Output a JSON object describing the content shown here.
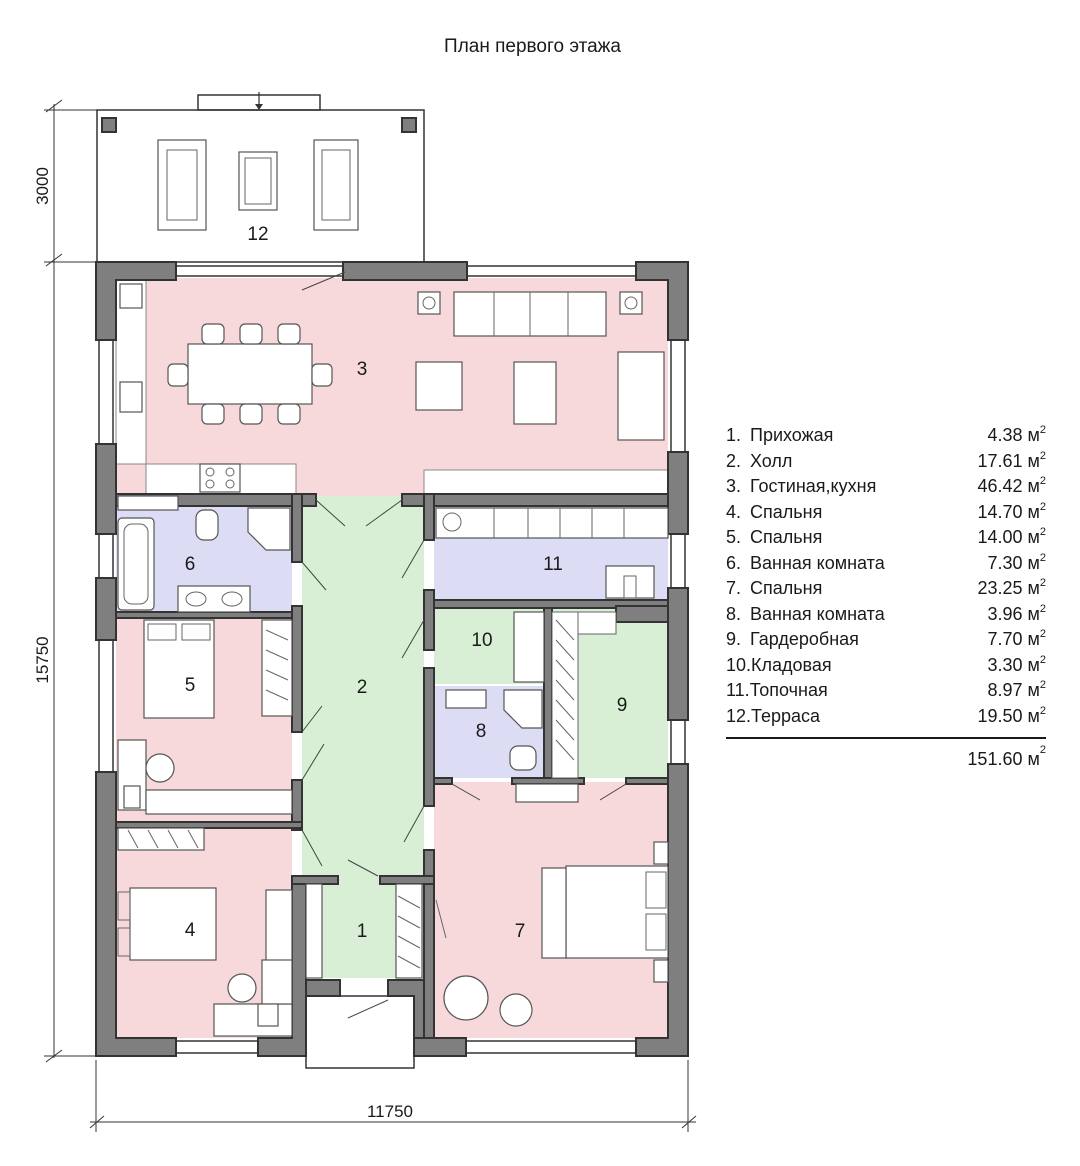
{
  "title": "План первого этажа",
  "dimensions": {
    "terrace_depth": "3000",
    "house_depth": "15750",
    "house_width": "11750"
  },
  "rooms": [
    {
      "num": "1",
      "name": "Прихожая",
      "area": "4.38",
      "legend_num": "1."
    },
    {
      "num": "2",
      "name": "Холл",
      "area": "17.61",
      "legend_num": "2."
    },
    {
      "num": "3",
      "name": "Гостиная,кухня",
      "area": "46.42",
      "legend_num": "3."
    },
    {
      "num": "4",
      "name": "Спальня",
      "area": "14.70",
      "legend_num": "4."
    },
    {
      "num": "5",
      "name": "Спальня",
      "area": "14.00",
      "legend_num": "5."
    },
    {
      "num": "6",
      "name": "Ванная комната",
      "area": "7.30",
      "legend_num": "6."
    },
    {
      "num": "7",
      "name": "Спальня",
      "area": "23.25",
      "legend_num": "7."
    },
    {
      "num": "8",
      "name": "Ванная комната",
      "area": "3.96",
      "legend_num": "8."
    },
    {
      "num": "9",
      "name": "Гардеробная",
      "area": "7.70",
      "legend_num": "9."
    },
    {
      "num": "10",
      "name": "Кладовая",
      "area": "3.30",
      "legend_num": "10."
    },
    {
      "num": "11",
      "name": "Топочная",
      "area": "8.97",
      "legend_num": "11."
    },
    {
      "num": "12",
      "name": "Терраса",
      "area": "19.50",
      "legend_num": "12."
    }
  ],
  "area_unit": "м",
  "area_unit_sup": "2",
  "total_area": "151.60",
  "colors": {
    "living": "#f7d9dc",
    "hall": "#d8efd6",
    "bath": "#dcdcf4",
    "wall": "#7f7f7f"
  }
}
